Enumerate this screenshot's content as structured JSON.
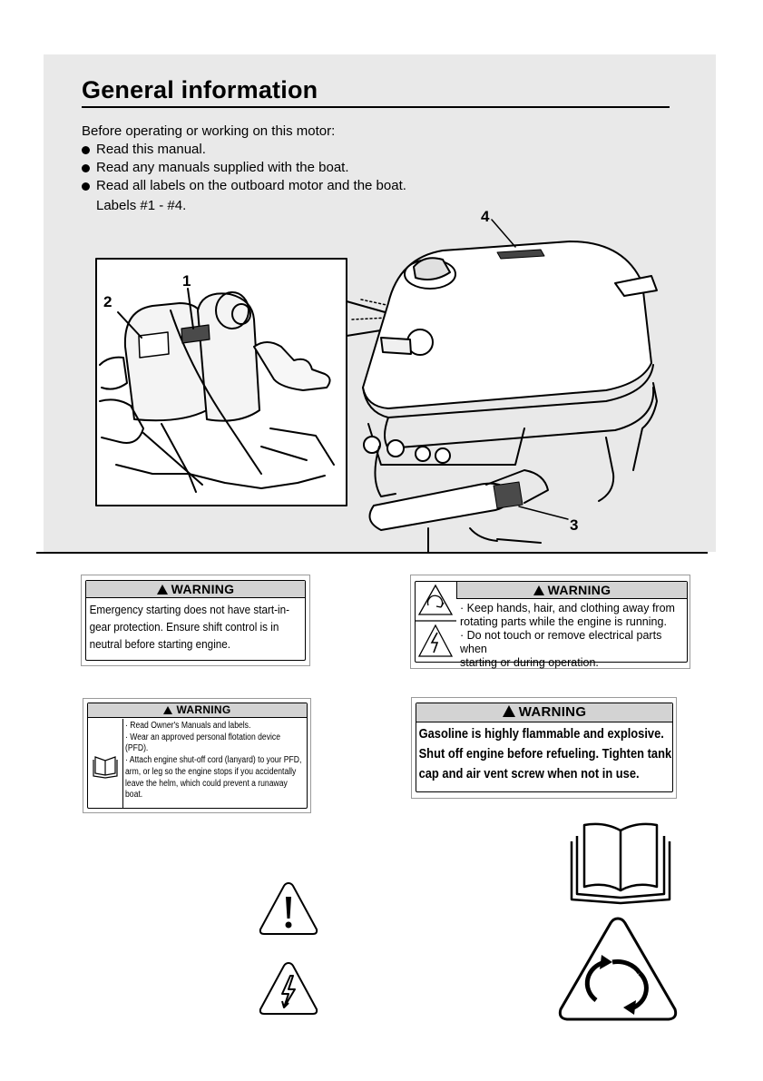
{
  "page": {
    "title": "General information",
    "intro": "Before operating or working on this motor:",
    "bullets": [
      "Read this manual.",
      "Read any manuals supplied with the boat.",
      "Read all labels on the outboard motor and the boat."
    ],
    "labels_note": "Labels #1 - #4."
  },
  "callouts": {
    "c1": "1",
    "c2": "2",
    "c3": "3",
    "c4": "4"
  },
  "labels": {
    "label1": {
      "heading": "WARNING",
      "lines": [
        "Emergency starting does not have start-in-",
        "gear protection.  Ensure shift control is in",
        "neutral before starting engine."
      ]
    },
    "label2": {
      "heading": "WARNING",
      "lines": [
        "· Keep hands, hair, and clothing away from",
        "  rotating parts while the engine is running.",
        "· Do not touch or remove electrical parts when",
        "  starting or during operation."
      ]
    },
    "label3": {
      "heading": "WARNING",
      "lines": [
        "· Read Owner's Manuals and labels.",
        "· Wear an approved personal flotation device (PFD).",
        "· Attach engine shut-off cord (lanyard) to your PFD,",
        "  arm, or leg so the engine stops if you accidentally",
        "  leave the helm, which could prevent a runaway",
        "  boat."
      ]
    },
    "label4": {
      "heading": "WARNING",
      "lines": [
        "Gasoline is highly flammable and explosive.",
        "Shut off engine before refueling. Tighten tank",
        "cap and air vent screw when not in use."
      ]
    }
  },
  "symbols": [
    "exclamation-triangle-icon",
    "electric-shock-triangle-icon",
    "manual-book-icon",
    "rotating-parts-triangle-icon"
  ]
}
